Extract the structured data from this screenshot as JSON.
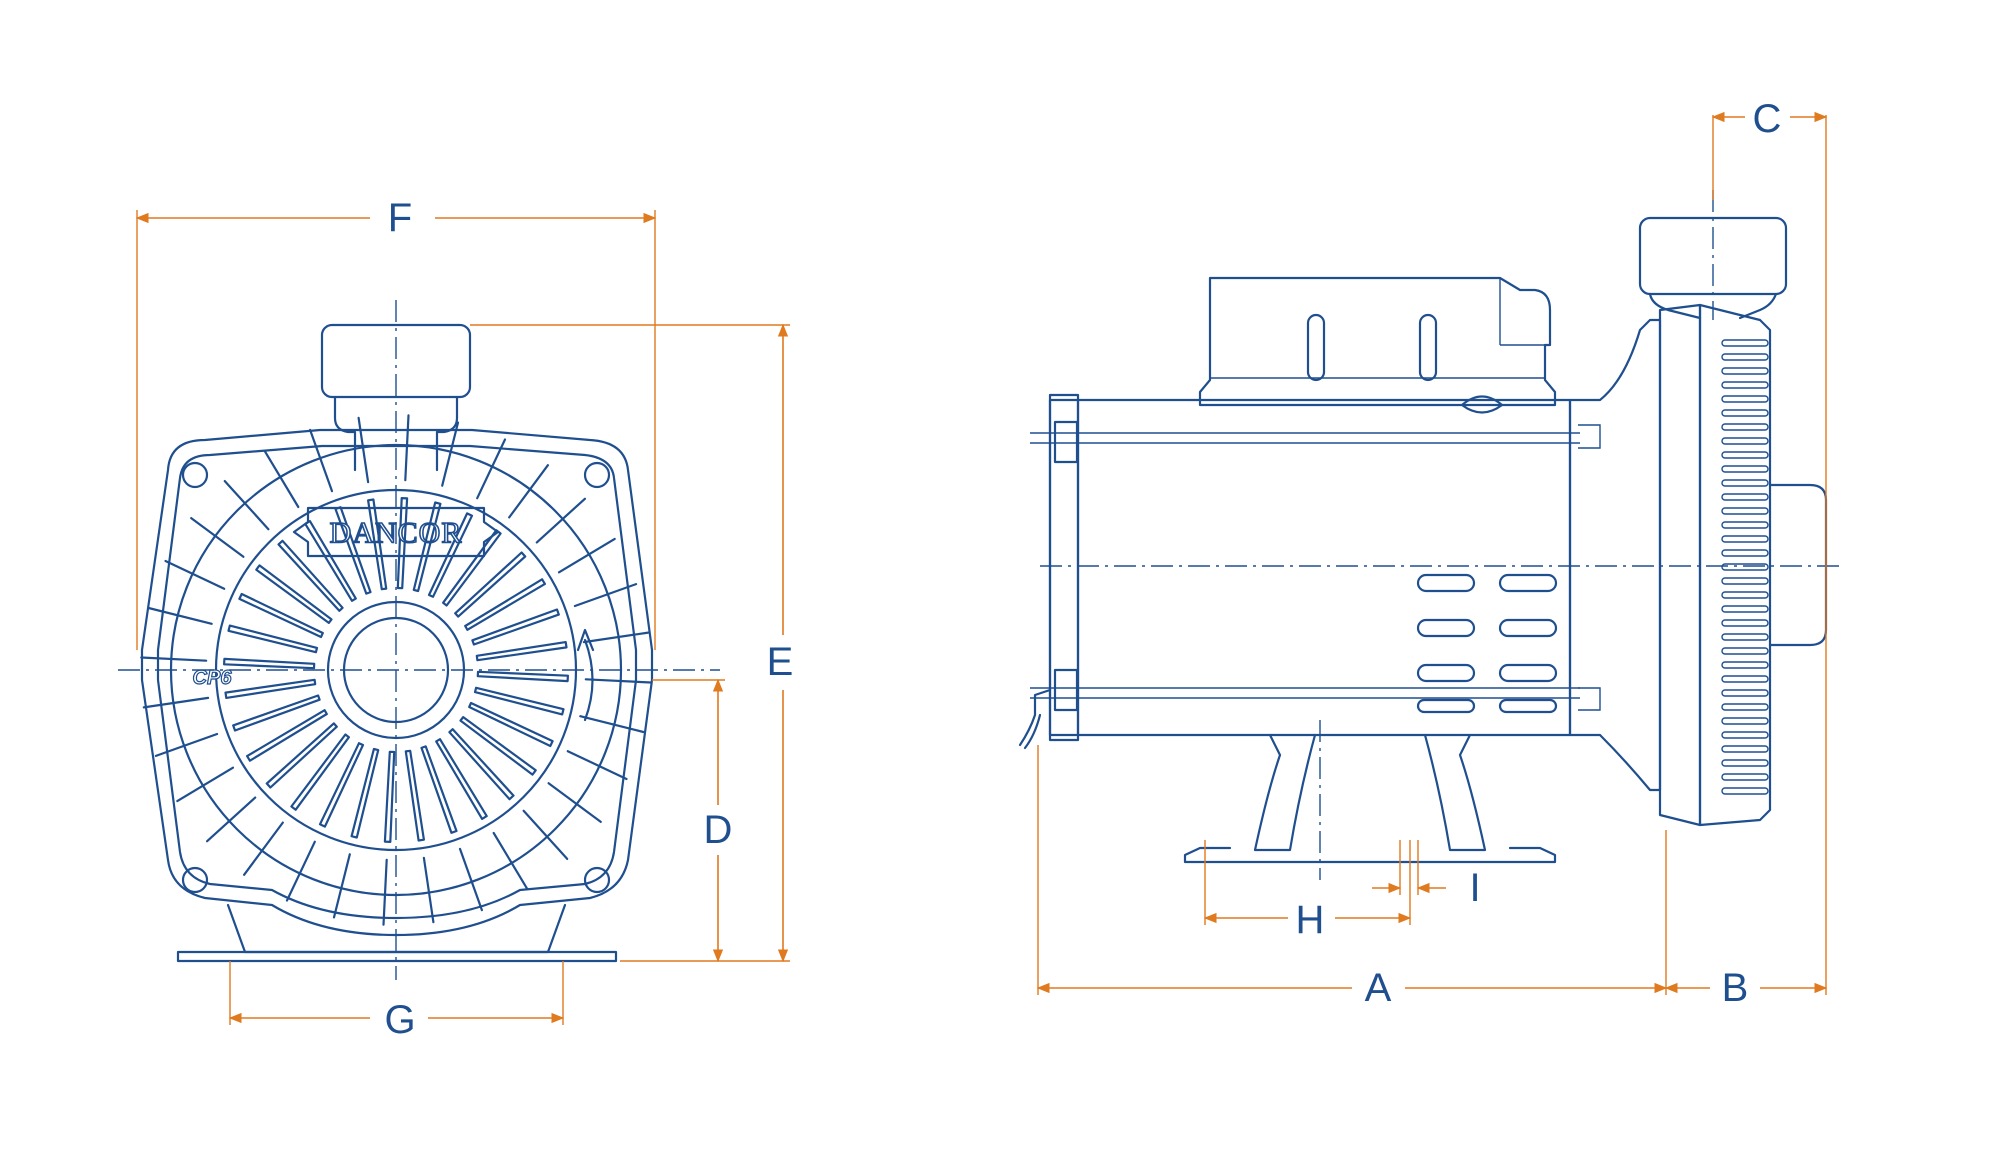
{
  "diagram": {
    "line_color": "#1f4f8f",
    "dimension_color": "#e07a1f",
    "brand_text": "DANCOR",
    "model_text": "CP6",
    "dimensions": {
      "a": "A",
      "b": "B",
      "c": "C",
      "d": "D",
      "e": "E",
      "f": "F",
      "g": "G",
      "h": "H",
      "i": "I"
    }
  }
}
